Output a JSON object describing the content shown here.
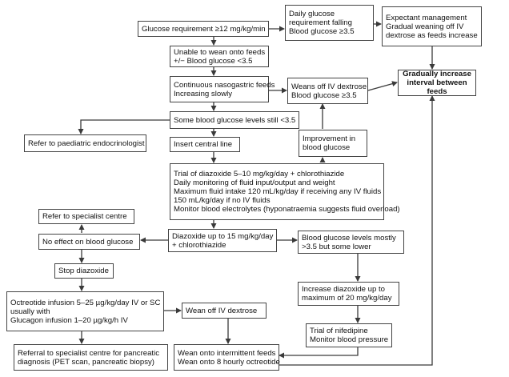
{
  "arrow_color": "#3a3a3a",
  "nodes": {
    "glucose_req": [
      "Glucose requirement ≥12 mg/kg/min"
    ],
    "daily_falling": [
      "Daily glucose",
      "requirement falling",
      "Blood glucose ≥3.5"
    ],
    "expectant": [
      "Expectant management",
      "Gradual weaning off IV",
      "dextrose as feeds increase"
    ],
    "unable_wean": [
      "Unable to wean onto feeds",
      "+/− Blood glucose <3.5"
    ],
    "continuous_ng": [
      "Continuous nasogastric feeds",
      "Increasing slowly"
    ],
    "weans_off": [
      "Weans off IV dextrose",
      "Blood glucose ≥3.5"
    ],
    "gradually": [
      "Gradually increase",
      "interval between",
      "feeds"
    ],
    "some_low": [
      "Some blood glucose levels still <3.5"
    ],
    "refer_endo": [
      "Refer to paediatric endocrinologist"
    ],
    "central_line": [
      "Insert central line"
    ],
    "improvement": [
      "Improvement in",
      "blood glucose"
    ],
    "trial_diazoxide": [
      "Trial of diazoxide 5–10 mg/kg/day + chlorothiazide",
      "Daily monitoring of fluid input/output and weight",
      "Maximum fluid intake 120 mL/kg/day if receiving any IV fluids",
      "150 mL/kg/day if no IV fluids",
      "Monitor blood electrolytes (hyponatraemia suggests fluid overload)"
    ],
    "refer_specialist": [
      "Refer to specialist centre"
    ],
    "no_effect": [
      "No effect on blood glucose"
    ],
    "diazoxide_15": [
      "Diazoxide up to 15 mg/kg/day",
      "+ chlorothiazide"
    ],
    "mostly_above": [
      "Blood glucose levels mostly",
      ">3.5 but some lower"
    ],
    "stop_diazoxide": [
      "Stop diazoxide"
    ],
    "increase_20": [
      "Increase diazoxide up to",
      "maximum of 20 mg/kg/day"
    ],
    "octreotide": [
      "Octreotide infusion 5–25 µg/kg/day IV or SC",
      "usually with",
      "Glucagon infusion 1–20 µg/kg/h IV"
    ],
    "wean_iv": [
      "Wean off IV dextrose"
    ],
    "nifedipine": [
      "Trial of nifedipine",
      "Monitor blood pressure"
    ],
    "referral_pancreatic": [
      "Referral to specialist centre for pancreatic",
      "diagnosis (PET scan, pancreatic biopsy)"
    ],
    "wean_intermittent": [
      "Wean onto intermittent feeds",
      "Wean onto 8 hourly octreotide"
    ]
  }
}
